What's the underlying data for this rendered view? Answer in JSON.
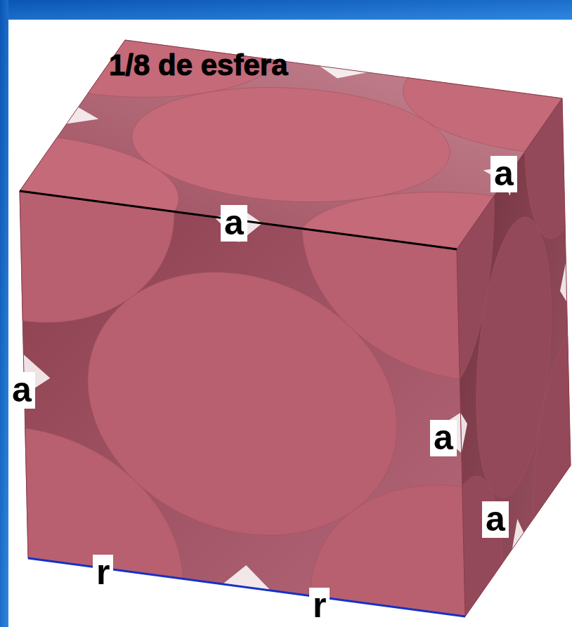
{
  "diagram": {
    "labels": [
      "1/8 de esfera",
      "a",
      "a",
      "a",
      "a",
      "a",
      "r",
      "r"
    ]
  }
}
